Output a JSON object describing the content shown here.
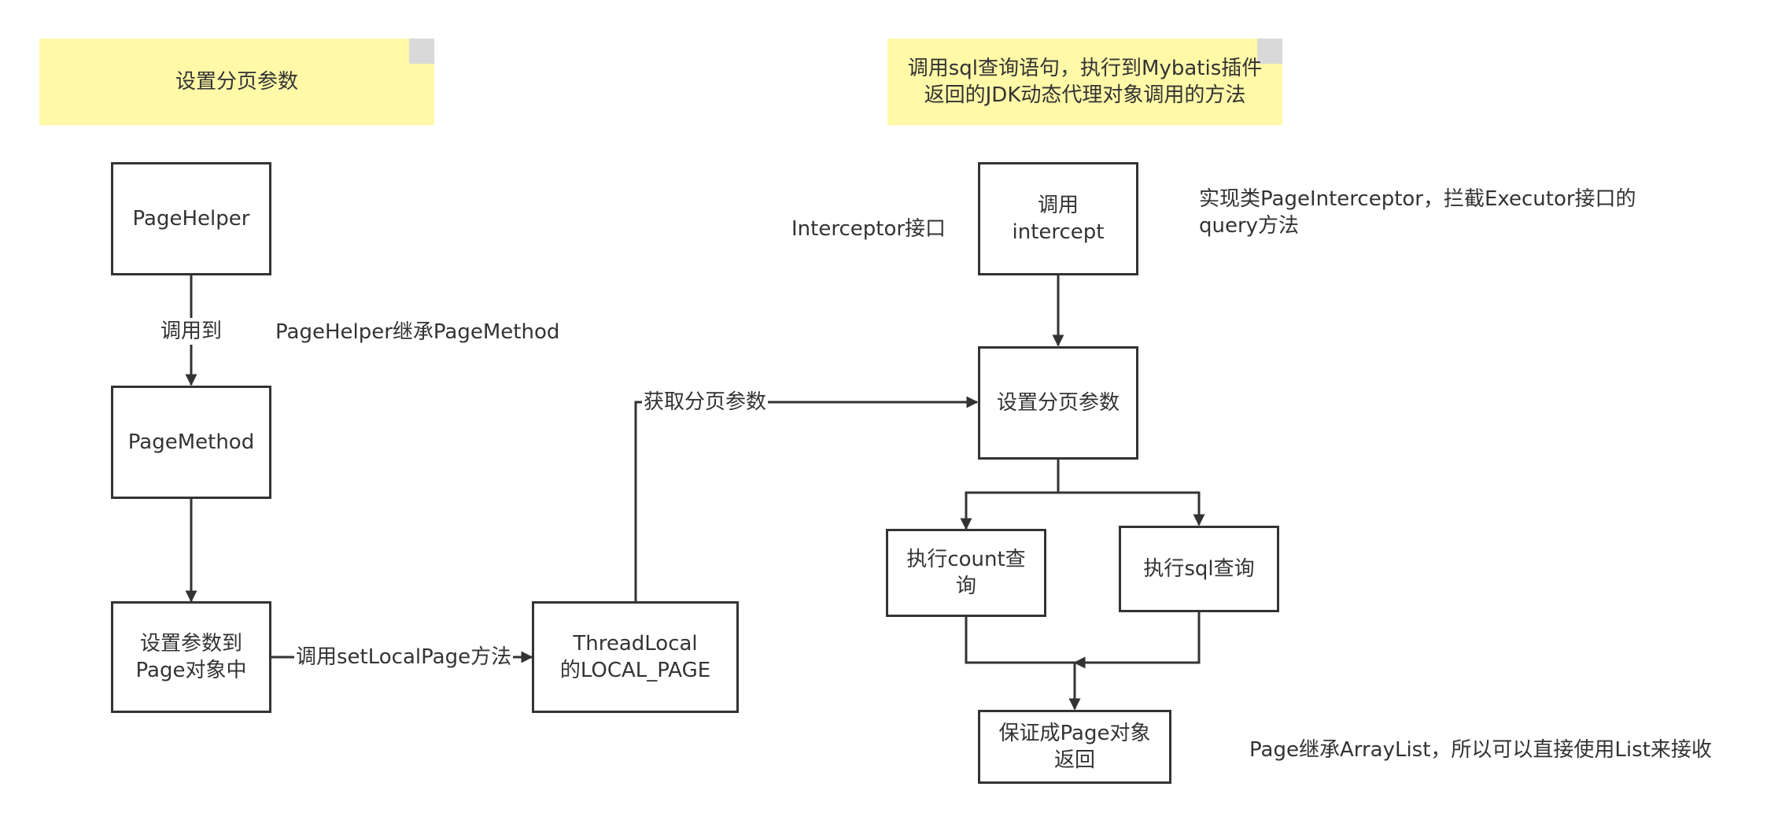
{
  "notes": {
    "left": "设置分页参数",
    "right": "调用sql查询语句，执行到Mybatis插件\n返回的JDK动态代理对象调用的方法"
  },
  "nodes": {
    "page_helper": "PageHelper",
    "page_method": "PageMethod",
    "set_params_to_page": "设置参数到\nPage对象中",
    "thread_local": "ThreadLocal\n的LOCAL_PAGE",
    "call_intercept": "调用\nintercept",
    "set_page_params": "设置分页参数",
    "exec_count": "执行count查\n询",
    "exec_sql": "执行sql查询",
    "wrap_page": "保证成Page对象\n返回"
  },
  "edge_labels": {
    "call_to": "调用到",
    "call_set_local_page": "调用setLocalPage方法",
    "get_page_params": "获取分页参数"
  },
  "annotations": {
    "inherits_page_method": "PageHelper继承PageMethod",
    "interceptor_interface": "Interceptor接口",
    "impl_class": "实现类PageInterceptor，拦截Executor接口的\nquery方法",
    "page_arraylist": "Page继承ArrayList，所以可以直接使用List来接收"
  },
  "colors": {
    "note_fill": "#fff9a8",
    "stroke": "#333333",
    "text": "#333333"
  }
}
